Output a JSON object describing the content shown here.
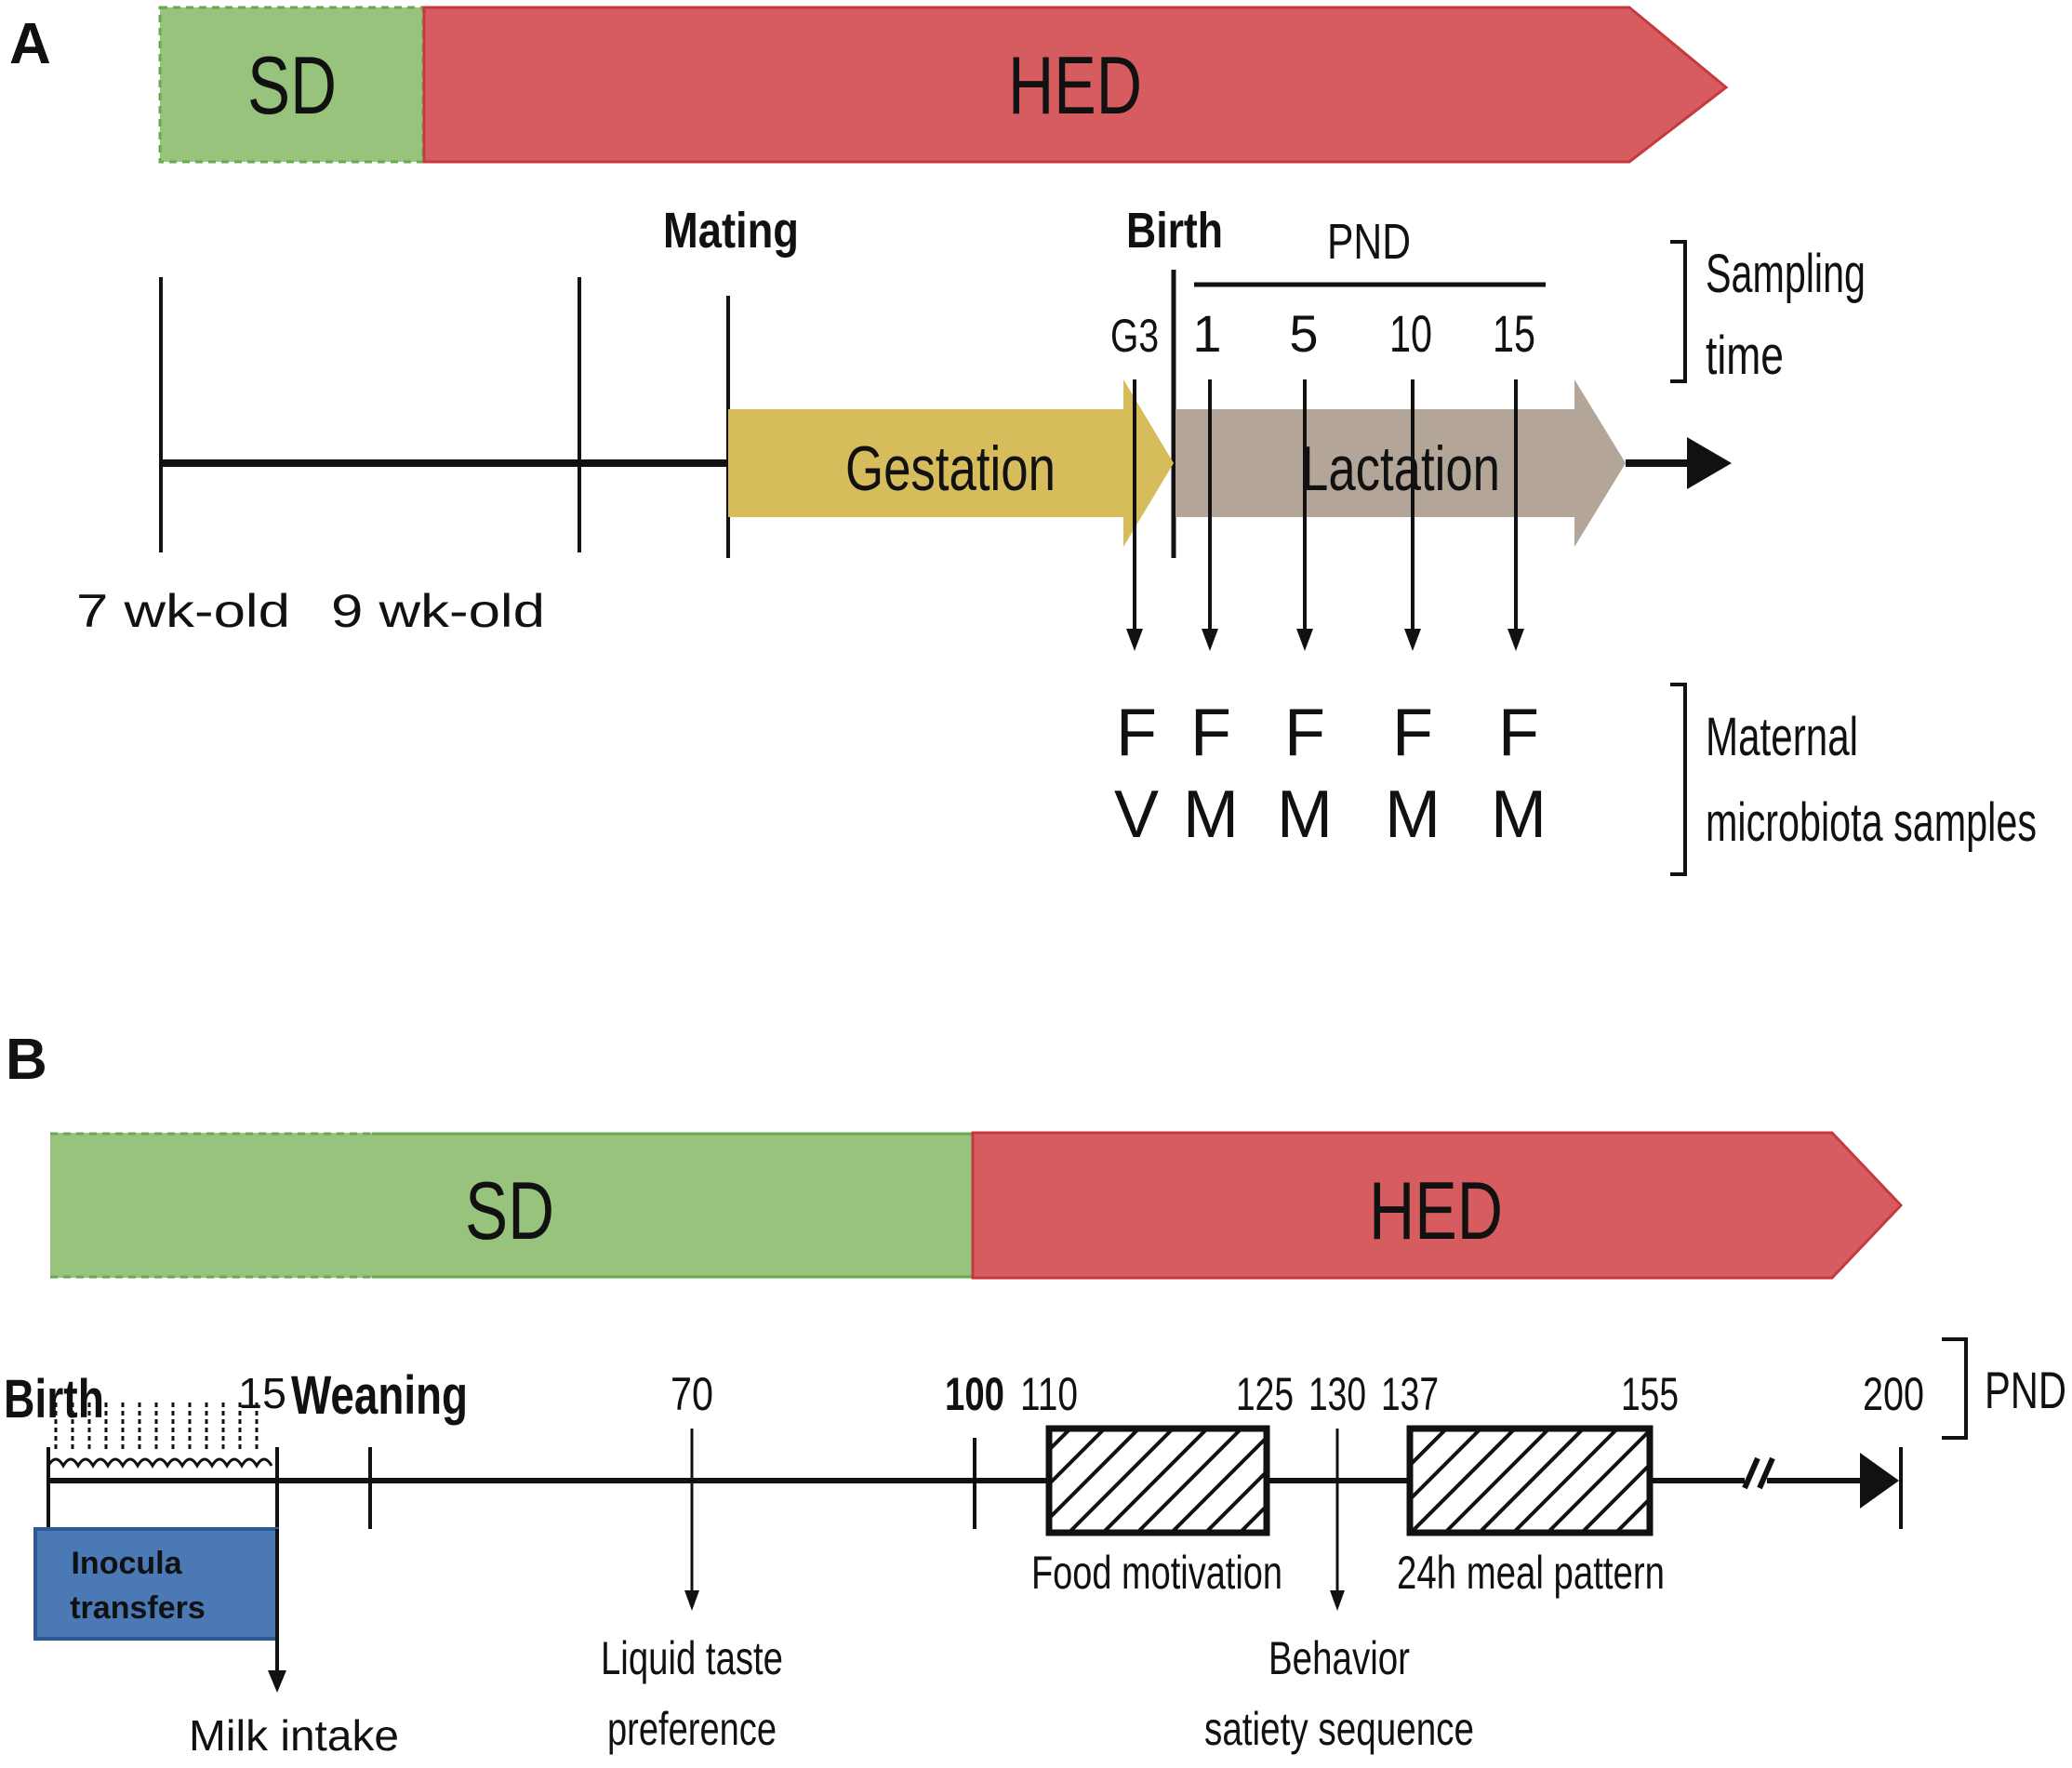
{
  "panel_a": {
    "label": "A",
    "diet_bar": {
      "sd": "SD",
      "hed": "HED",
      "sd_color": "#97c37c",
      "hed_color": "#d75c5f"
    },
    "events": {
      "mating": "Mating",
      "birth": "Birth",
      "pnd": "PND"
    },
    "ages": [
      "7 wk-old",
      "9 wk-old"
    ],
    "phases": {
      "gestation": "Gestation",
      "lactation": "Lactation",
      "gestation_color": "#d7bc5c",
      "lactation_color": "#b3a597"
    },
    "sampling_points": [
      {
        "time": "G3",
        "line1": "F",
        "line2": "V"
      },
      {
        "time": "1",
        "line1": "F",
        "line2": "M"
      },
      {
        "time": "5",
        "line1": "F",
        "line2": "M"
      },
      {
        "time": "10",
        "line1": "F",
        "line2": "M"
      },
      {
        "time": "15",
        "line1": "F",
        "line2": "M"
      }
    ],
    "bracket_labels": {
      "sampling_time_1": "Sampling",
      "sampling_time_2": "time",
      "maternal_1": "Maternal",
      "maternal_2": "microbiota samples"
    }
  },
  "panel_b": {
    "label": "B",
    "diet_bar": {
      "sd": "SD",
      "hed": "HED"
    },
    "birth": "Birth",
    "weaning": "Weaning",
    "ticks": [
      "15",
      "70",
      "100",
      "110",
      "125",
      "130",
      "137",
      "155",
      "200"
    ],
    "pnd": "PND",
    "inocula": "Inocula transfers",
    "inocula_line1": "Inocula",
    "inocula_line2": "transfers",
    "inocula_color": "#4a79b6",
    "milk_intake": "Milk intake",
    "liquid_taste_1": "Liquid taste",
    "liquid_taste_2": "preference",
    "food_motivation": "Food motivation",
    "meal_pattern": "24h meal pattern",
    "behavior_1": "Behavior",
    "behavior_2": "satiety sequence"
  }
}
